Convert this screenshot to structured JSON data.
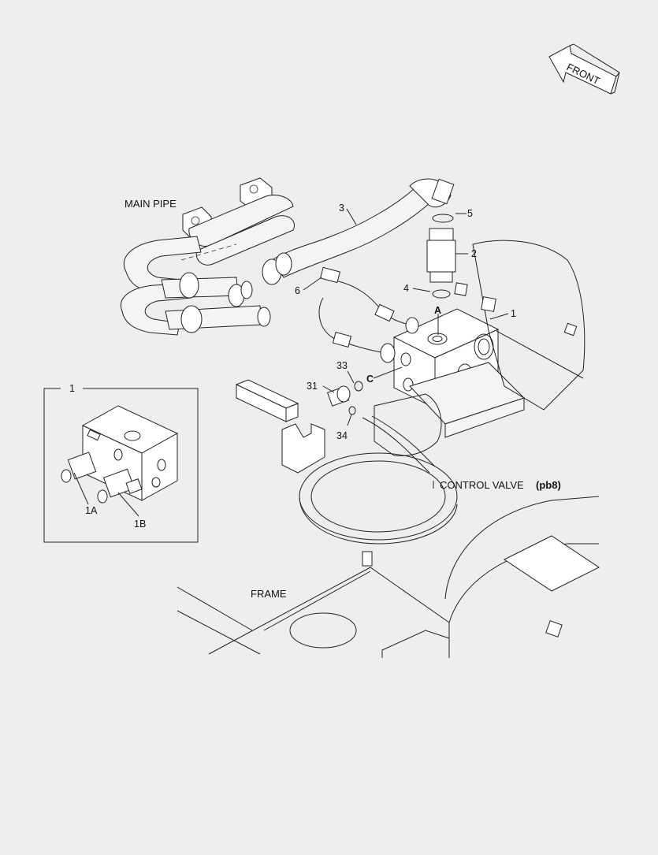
{
  "diagram": {
    "orientation": "FRONT",
    "labels": {
      "main_pipe": "MAIN PIPE",
      "control_valve": "CONTROL VALVE",
      "control_valve_ref": "(pb8)",
      "frame": "FRAME"
    },
    "callouts": {
      "p1": "1",
      "p2": "2",
      "p3": "3",
      "p4": "4",
      "p5": "5",
      "p6": "6",
      "p31": "31",
      "p33": "33",
      "p34": "34",
      "port_a": "A",
      "port_c": "C"
    },
    "detail": {
      "item": "1",
      "sub_a": "1A",
      "sub_b": "1B"
    }
  }
}
